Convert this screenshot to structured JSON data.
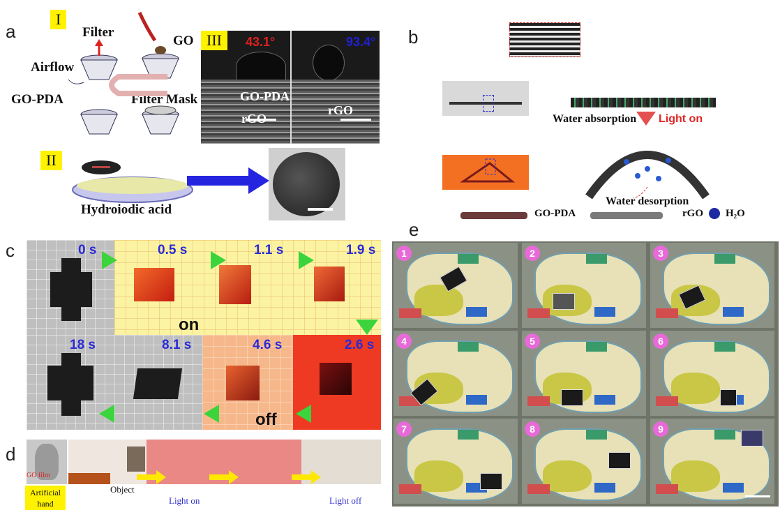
{
  "panel_labels": {
    "a": "a",
    "b": "b",
    "c": "c",
    "d": "d",
    "e": "e"
  },
  "panel_a": {
    "roman_1": "I",
    "roman_2": "II",
    "roman_3": "III",
    "filter": "Filter",
    "go": "GO",
    "airflow": "Airflow",
    "go_pda": "GO-PDA",
    "filter_mask": "Filter Mask",
    "hydroiodic": "Hydroiodic acid",
    "angle_left": "43.1°",
    "angle_right": "93.4°",
    "sem_go_pda": "GO-PDA",
    "sem_rgo_left": "rGO",
    "sem_rgo_right": "rGO",
    "colors": {
      "angle_left": "#e02020",
      "angle_right": "#2020d0",
      "roman_bg": "#fff200"
    }
  },
  "panel_b": {
    "water_absorption": "Water absorption",
    "light_on": "Light on",
    "water_desorption": "Water desorption",
    "legend_go_pda": "GO-PDA",
    "legend_rgo": "rGO",
    "legend_h2o": "H₂O"
  },
  "panel_c": {
    "times_top": [
      "0 s",
      "0.5 s",
      "1.1 s",
      "1.9 s"
    ],
    "times_bottom": [
      "18 s",
      "8.1 s",
      "4.6 s",
      "2.6 s"
    ],
    "on": "on",
    "off": "off"
  },
  "panel_d": {
    "go_film": "GO film",
    "object": "Object",
    "light_on": "Light on",
    "light_off": "Light off",
    "artificial_hand": "Artificial hand"
  },
  "panel_e": {
    "frames": [
      "1",
      "2",
      "3",
      "4",
      "5",
      "6",
      "7",
      "8",
      "9"
    ]
  }
}
